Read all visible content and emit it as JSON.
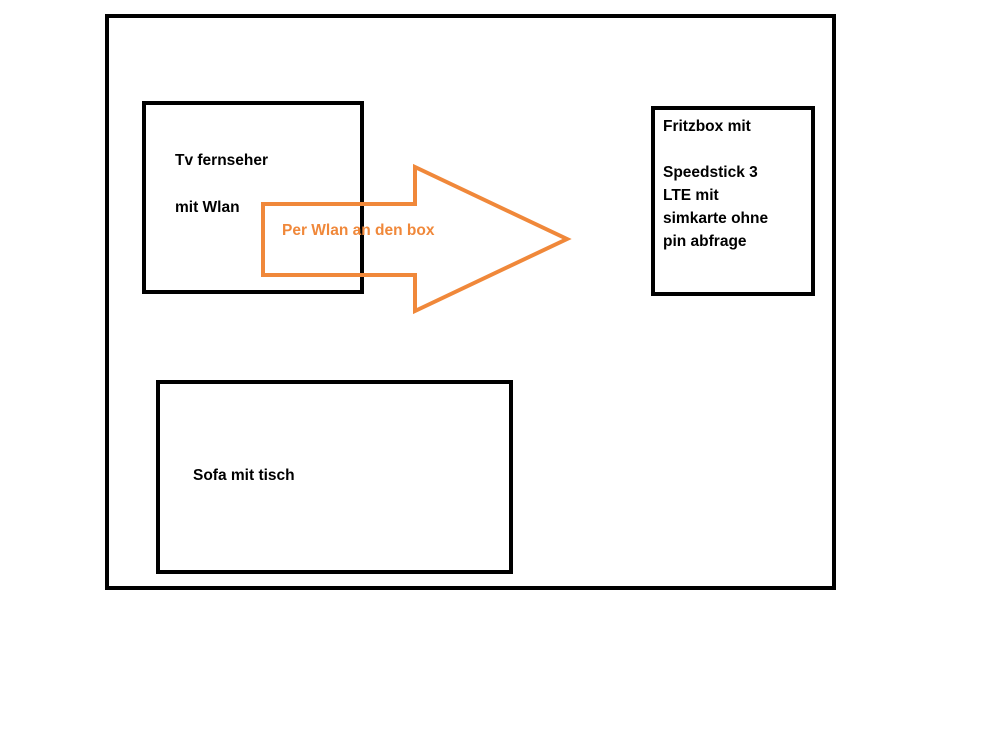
{
  "room": {
    "label": ""
  },
  "tv": {
    "line1": "Tv fernseher",
    "line2": "mit Wlan"
  },
  "router": {
    "line1": "Fritzbox mit",
    "line2": "Speedstick 3",
    "line3": "LTE mit",
    "line4": "simkarte ohne",
    "line5": "pin abfrage"
  },
  "sofa": {
    "label": "Sofa mit tisch"
  },
  "arrow": {
    "label": "Per Wlan an den box",
    "color": "#f0883a"
  }
}
